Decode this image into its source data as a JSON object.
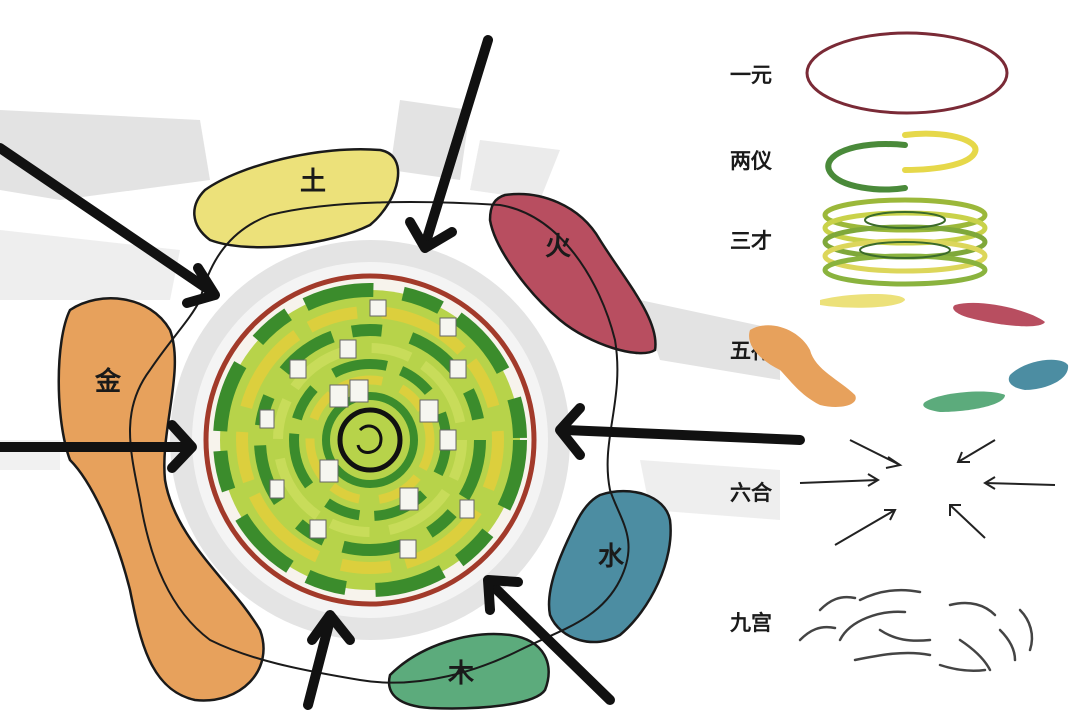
{
  "elements": {
    "earth": "土",
    "fire": "火",
    "metal": "金",
    "water": "水",
    "wood": "木"
  },
  "legend": {
    "one_yuan": "一元",
    "two_yi": "两仪",
    "three_cai": "三才",
    "five_xing": "五行",
    "six_he": "六合",
    "nine_gong": "九宫"
  },
  "colors": {
    "earth": "#ece17a",
    "fire": "#b84e60",
    "metal": "#e7a15c",
    "water": "#4c8da2",
    "wood": "#5cab7c",
    "ring": "#a23a2a",
    "green_light": "#b7d34a",
    "green_dark": "#3b8c2c",
    "yellow": "#dccf3d"
  }
}
